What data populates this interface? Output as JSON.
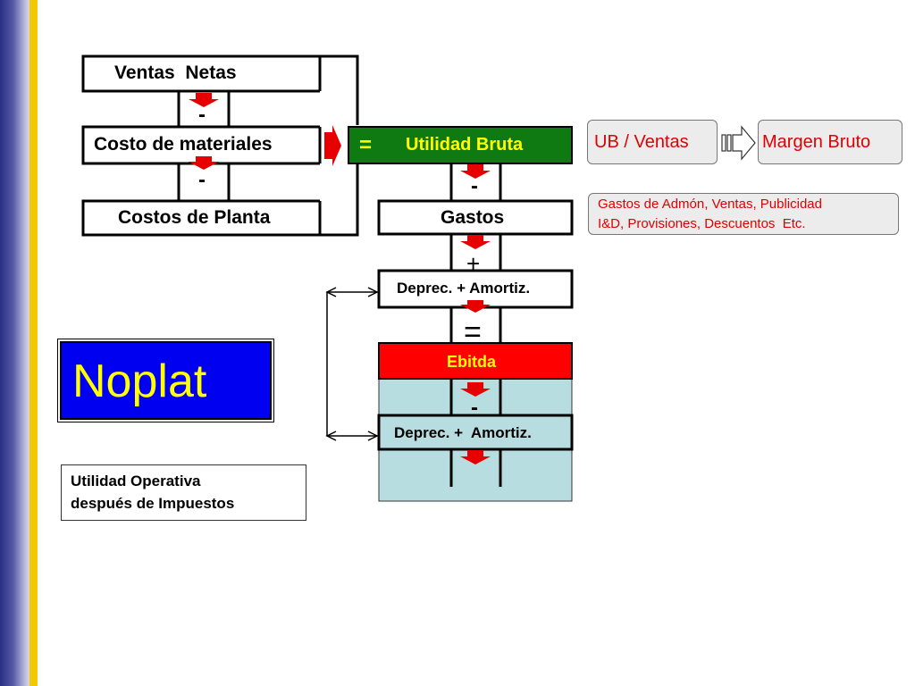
{
  "colors": {
    "sidebar_dark": "#2b2f87",
    "gold": "#f2c800",
    "arrow_red": "#e60000",
    "utilidad_bruta_green": "#0f7a12",
    "ebitda_red": "#ff0000",
    "noplat_blue": "#0000f0",
    "noplat_text": "#ffff00",
    "lower_fill": "#b8dde0",
    "ratio_text": "#e00000"
  },
  "left_stack": {
    "ventas_netas": "Ventas  Netas",
    "costo_materiales": "Costo de materiales",
    "costos_planta": "Costos de Planta",
    "minus_sign_1": "-",
    "minus_sign_2": "-"
  },
  "right_stack": {
    "equals_sign": "=",
    "utilidad_bruta": "Utilidad Bruta",
    "minus_sign": "-",
    "gastos": "Gastos",
    "plus_sign": "+",
    "deprec_amortiz_1": "Deprec. + Amortiz.",
    "equals_sign_2": "=",
    "ebitda": "Ebitda",
    "minus_sign_3": "-",
    "deprec_amortiz_2": "Deprec. +  Amortiz."
  },
  "ratio": {
    "ub_ventas": "UB / Ventas",
    "margen_bruto": "Margen Bruto",
    "gastos_detalle_line1": "Gastos de Admón, Ventas, Publicidad",
    "gastos_detalle_line2": "I&D, Provisiones, Descuentos  Etc."
  },
  "noplat": {
    "title": "Noplat",
    "definition_line1": "Utilidad Operativa",
    "definition_line2": "después de Impuestos"
  },
  "icons": [
    "down-arrow-icon",
    "right-arrow-icon",
    "double-arrow-icon",
    "outline-arrow-icon"
  ]
}
